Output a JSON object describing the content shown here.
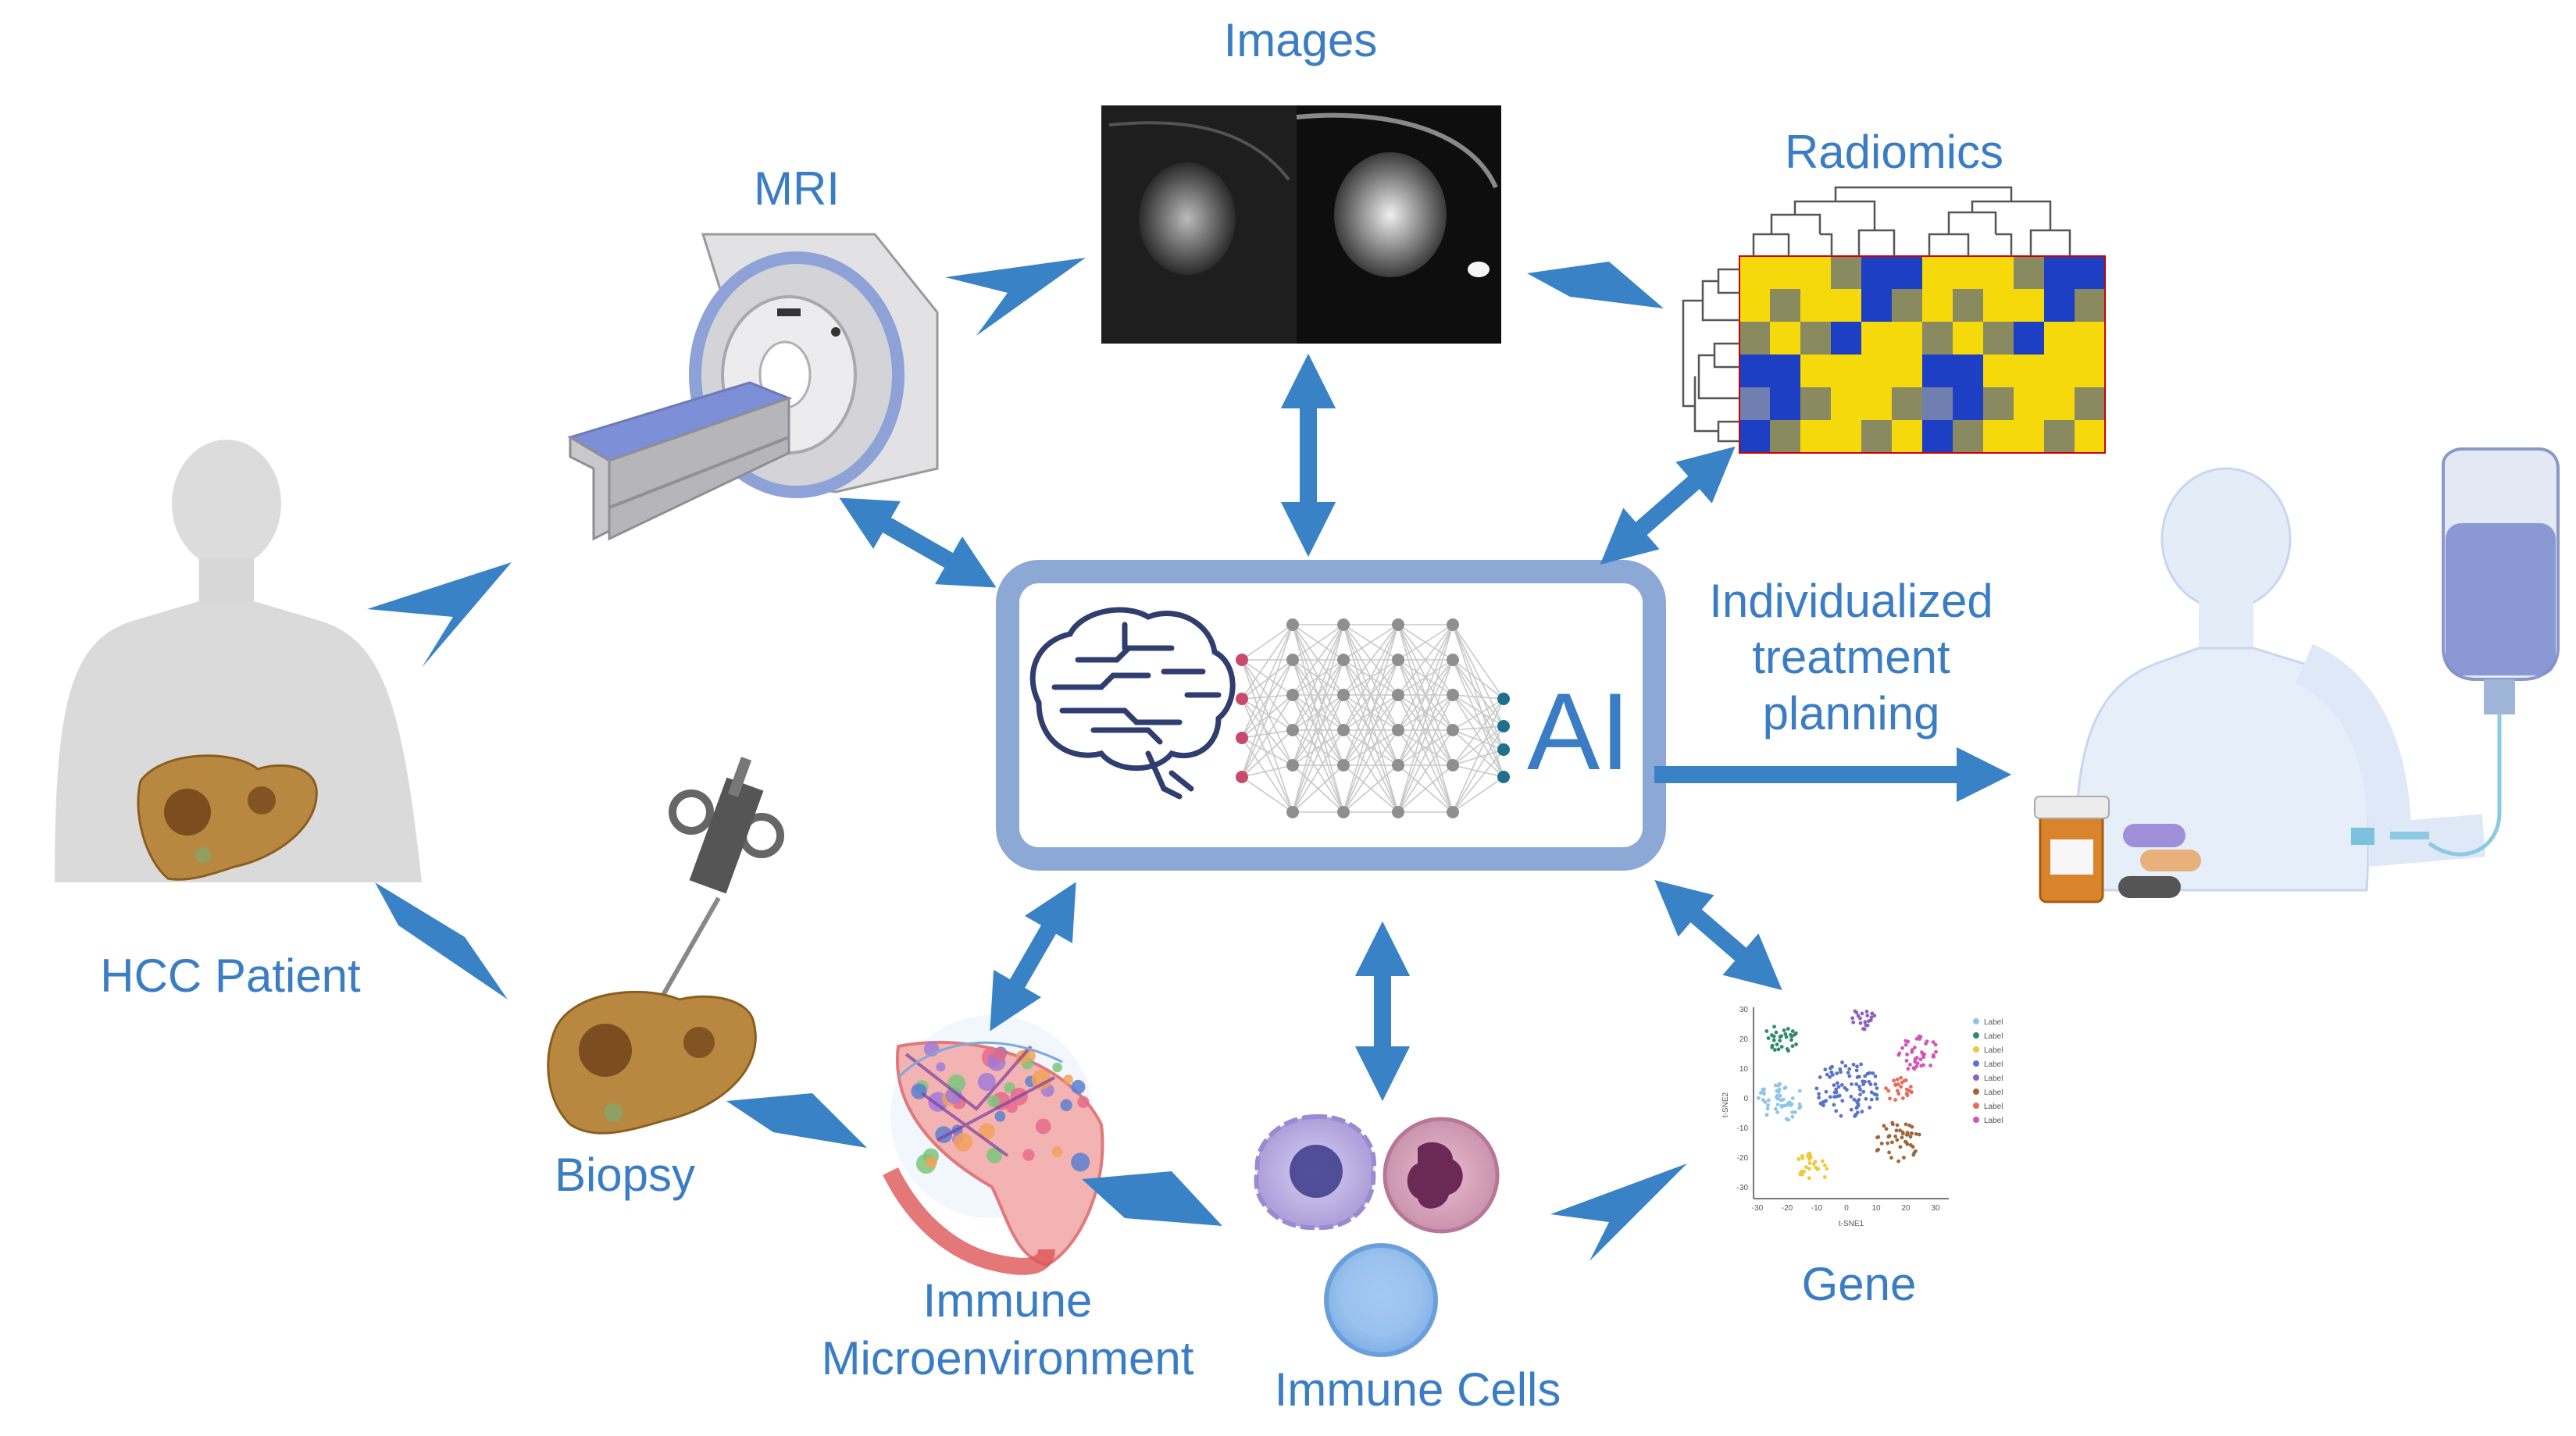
{
  "labels": {
    "images": "Images",
    "mri": "MRI",
    "radiomics": "Radiomics",
    "hcc_patient": "HCC Patient",
    "biopsy": "Biopsy",
    "immune_micro_1": "Immune",
    "immune_micro_2": "Microenvironment",
    "immune_cells": "Immune Cells",
    "gene": "Gene",
    "treatment_1": "Individualized",
    "treatment_2": "treatment",
    "treatment_3": "planning",
    "ai": "AI"
  },
  "tsne": {
    "y_label": "t-SNE2",
    "x_label": "t-SNE1",
    "x_ticks": [
      "-30",
      "-20",
      "-10",
      "0",
      "10",
      "20",
      "30"
    ],
    "y_ticks": [
      "30",
      "20",
      "10",
      "0",
      "-10",
      "-20",
      "-30"
    ],
    "legend": [
      "Label",
      "Label",
      "Label",
      "Label",
      "Label",
      "Label",
      "Label",
      "Label"
    ]
  },
  "colors": {
    "accent": "#3a7dc4",
    "arrow": "#3a82c6",
    "frame": "#8ca9d6",
    "heat_yellow": "#f5d90a",
    "heat_blue": "#1c3fc4"
  }
}
